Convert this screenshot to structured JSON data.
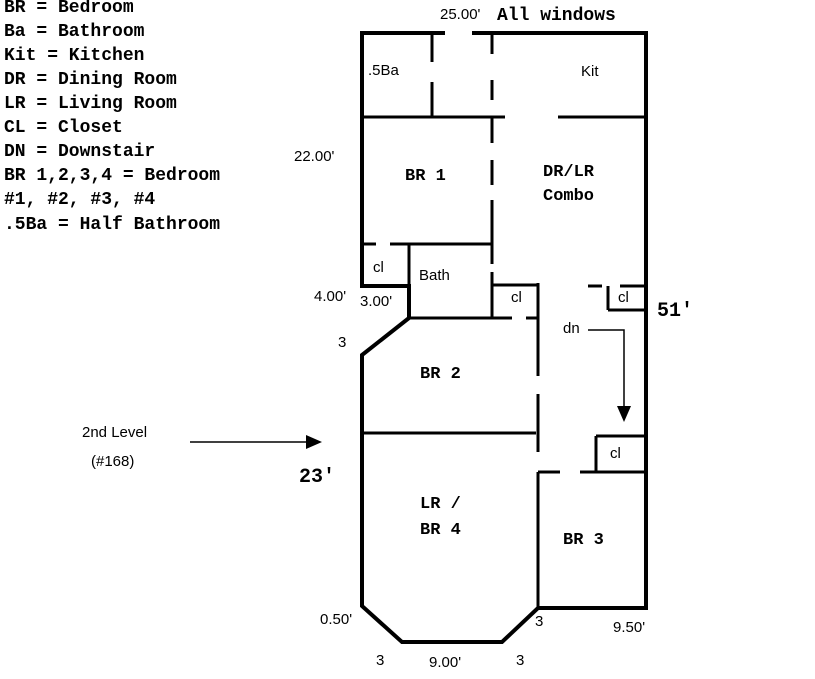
{
  "legend": [
    "BR = Bedroom",
    "Ba = Bathroom",
    "Kit = Kitchen",
    "DR = Dining Room",
    "LR = Living Room",
    "CL = Closet",
    "DN = Downstair",
    "BR 1,2,3,4 = Bedroom",
    "#1, #2, #3, #4",
    ".5Ba = Half Bathroom"
  ],
  "note": {
    "text": "All windows",
    "color": "#ff0000"
  },
  "rooms": {
    "half_bath": ".5Ba",
    "kitchen": "Kit",
    "br1": "BR 1",
    "drlr_line1": "DR/LR",
    "drlr_line2": "Combo",
    "closet_br1": "cl",
    "bath": "Bath",
    "closet_hall": "cl",
    "closet_stair": "cl",
    "stair_down": "dn",
    "br2": "BR 2",
    "closet_br3": "cl",
    "lrbr4_line1": "LR /",
    "lrbr4_line2": "BR 4",
    "br3": "BR 3"
  },
  "dimensions": {
    "top_width": "25.00'",
    "upper_depth": "22.00'",
    "step_left": "4.00'",
    "step_inner": "3.00'",
    "angle_top": "3",
    "overall_length": "51'",
    "mid_width": "23'",
    "bottom_left": "0.50'",
    "bottom_width": "9.00'",
    "bay_left": "3",
    "bay_right_bottom": "3",
    "bay_right_side": "3",
    "bottom_right": "9.50'"
  },
  "level": {
    "label": "2nd Level",
    "unit": "(#168)"
  }
}
